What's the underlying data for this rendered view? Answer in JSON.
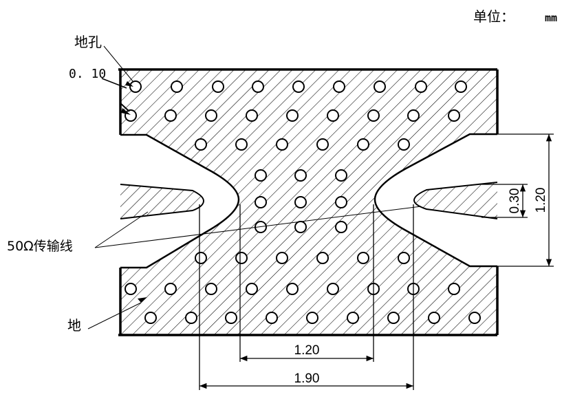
{
  "unit_label": "单位：",
  "unit_value": "mm",
  "labels": {
    "via": "地孔",
    "via_size": "0. 10",
    "transmission_line": "50Ω传输线",
    "ground": "地"
  },
  "dimensions": {
    "inner_gap": "1.20",
    "outer_gap": "1.90",
    "tip_width": "0.30",
    "total_height": "1.20"
  }
}
